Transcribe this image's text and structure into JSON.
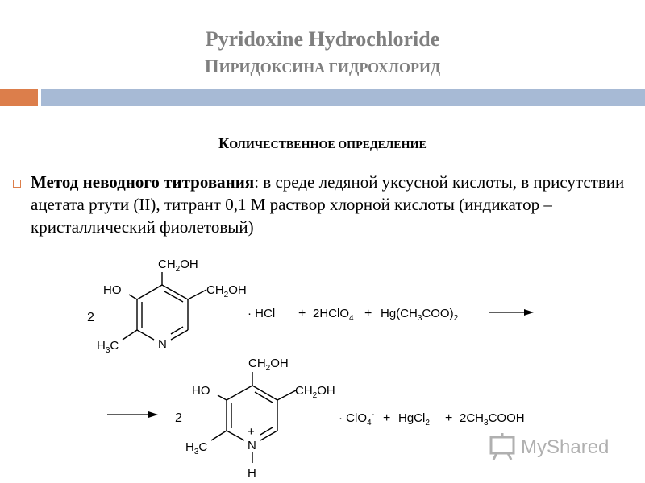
{
  "header": {
    "title_en": "Pyridoxine Hydrochloride",
    "title_ru_first": "П",
    "title_ru_rest": "ИРИДОКСИНА ГИДРОХЛОРИД"
  },
  "colors": {
    "title": "#7f7f7f",
    "accent": "#dc7e4b",
    "bar": "#a7bad5"
  },
  "section": {
    "first": "К",
    "rest": "ОЛИЧЕСТВЕННОЕ ОПРЕДЕЛЕНИЕ"
  },
  "method": {
    "bold": "Метод неводного титрования",
    "text": ": в среде ледяной уксусной кислоты, в присутствии ацетата ртути (II), титрант 0,1 М раствор хлорной кислоты (индикатор – кристаллический фиолетовый)"
  },
  "reaction1": {
    "coef": "2",
    "ch2oh_top": "CH2OH",
    "ho": "HO",
    "ch2oh_right": "CH2OH",
    "h3c": "H3C",
    "n": "N",
    "hcl": "· HCl",
    "reagent1": "2HClO4",
    "reagent2": "Hg(CH3COO)2"
  },
  "reaction2": {
    "coef": "2",
    "ch2oh_top": "CH2OH",
    "ho": "HO",
    "ch2oh_right": "CH2OH",
    "h3c": "H3C",
    "n": "N",
    "plus_charge": "+",
    "h": "H",
    "clo4": "· ClO4-",
    "product1": "HgCl2",
    "product2": "2CH3COOH"
  },
  "logo": {
    "text": "MyShared",
    "icon": "presentation-board-icon"
  }
}
